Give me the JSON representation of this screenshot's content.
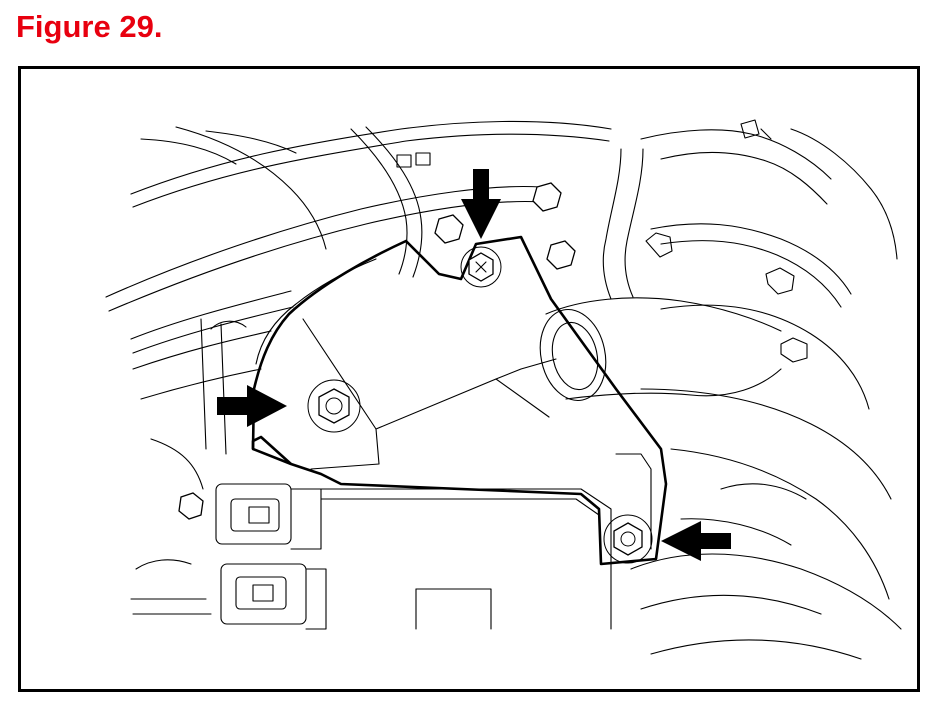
{
  "figure": {
    "title": "Figure 29.",
    "title_color": "#e8000f",
    "line_color": "#000000",
    "background": "#ffffff"
  },
  "diagram": {
    "arrow_count": 3,
    "arrows": [
      {
        "name": "top-arrow",
        "points": "down"
      },
      {
        "name": "left-arrow",
        "points": "right"
      },
      {
        "name": "right-arrow",
        "points": "left"
      }
    ],
    "bolts_indicated": 3
  }
}
